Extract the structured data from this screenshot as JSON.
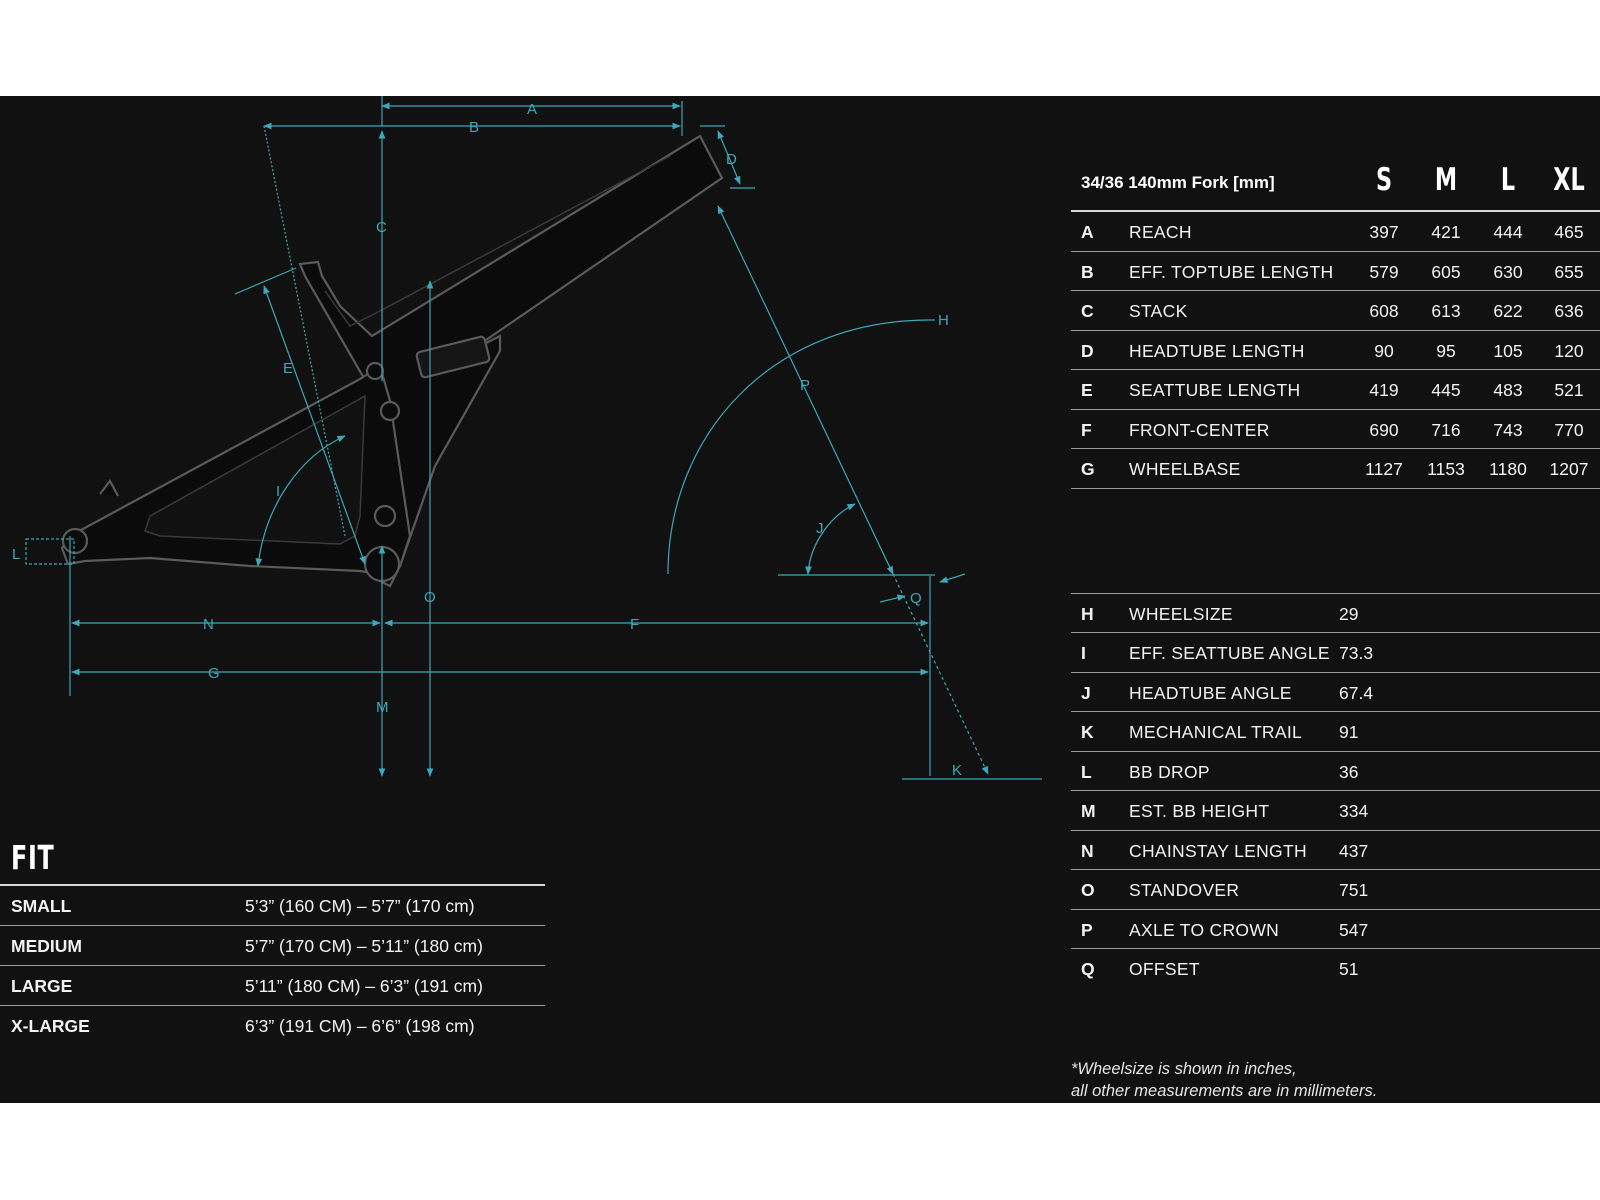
{
  "geometry_table": {
    "header": {
      "title": "34/36 140mm Fork [mm]",
      "sizes": [
        "S",
        "M",
        "L",
        "XL"
      ]
    },
    "sized_rows": [
      {
        "code": "A",
        "name": "REACH",
        "values": [
          "397",
          "421",
          "444",
          "465"
        ]
      },
      {
        "code": "B",
        "name": "EFF. TOPTUBE LENGTH",
        "values": [
          "579",
          "605",
          "630",
          "655"
        ]
      },
      {
        "code": "C",
        "name": "STACK",
        "values": [
          "608",
          "613",
          "622",
          "636"
        ]
      },
      {
        "code": "D",
        "name": "HEADTUBE LENGTH",
        "values": [
          "90",
          "95",
          "105",
          "120"
        ]
      },
      {
        "code": "E",
        "name": "SEATTUBE LENGTH",
        "values": [
          "419",
          "445",
          "483",
          "521"
        ]
      },
      {
        "code": "F",
        "name": "FRONT-CENTER",
        "values": [
          "690",
          "716",
          "743",
          "770"
        ]
      },
      {
        "code": "G",
        "name": "WHEELBASE",
        "values": [
          "1127",
          "1153",
          "1180",
          "1207"
        ]
      }
    ],
    "common_rows": [
      {
        "code": "H",
        "name": "WHEELSIZE",
        "value": "29"
      },
      {
        "code": "I",
        "name": "EFF. SEATTUBE ANGLE",
        "value": "73.3"
      },
      {
        "code": "J",
        "name": "HEADTUBE ANGLE",
        "value": "67.4"
      },
      {
        "code": "K",
        "name": "MECHANICAL TRAIL",
        "value": "91"
      },
      {
        "code": "L",
        "name": "BB DROP",
        "value": "36"
      },
      {
        "code": "M",
        "name": "EST. BB HEIGHT",
        "value": "334"
      },
      {
        "code": "N",
        "name": "CHAINSTAY LENGTH",
        "value": "437"
      },
      {
        "code": "O",
        "name": "STANDOVER",
        "value": "751"
      },
      {
        "code": "P",
        "name": "AXLE TO CROWN",
        "value": "547"
      },
      {
        "code": "Q",
        "name": "OFFSET",
        "value": "51"
      }
    ]
  },
  "note": {
    "line1": "*Wheelsize is shown in inches,",
    "line2": "all other measurements are in millimeters."
  },
  "fit": {
    "title": "FIT",
    "rows": [
      {
        "label": "SMALL",
        "range": "5’3” (160 CM) – 5’7” (170 cm)"
      },
      {
        "label": "MEDIUM",
        "range": "5’7” (170 CM) – 5’11” (180 cm)"
      },
      {
        "label": "LARGE",
        "range": "5’11” (180 CM) – 6’3” (191 cm)"
      },
      {
        "label": "X-LARGE",
        "range": "6’3” (191 CM) – 6’6” (198 cm)"
      }
    ]
  },
  "diagram": {
    "labels": [
      "A",
      "B",
      "C",
      "D",
      "E",
      "F",
      "G",
      "H",
      "I",
      "J",
      "K",
      "L",
      "M",
      "N",
      "O",
      "P",
      "Q"
    ],
    "dimension_color": "#3ea7b8",
    "frame_outline_color": "#5a5a5a"
  },
  "colors": {
    "background": "#111111",
    "outer_background": "#ffffff",
    "text": "#f2f2f2"
  }
}
